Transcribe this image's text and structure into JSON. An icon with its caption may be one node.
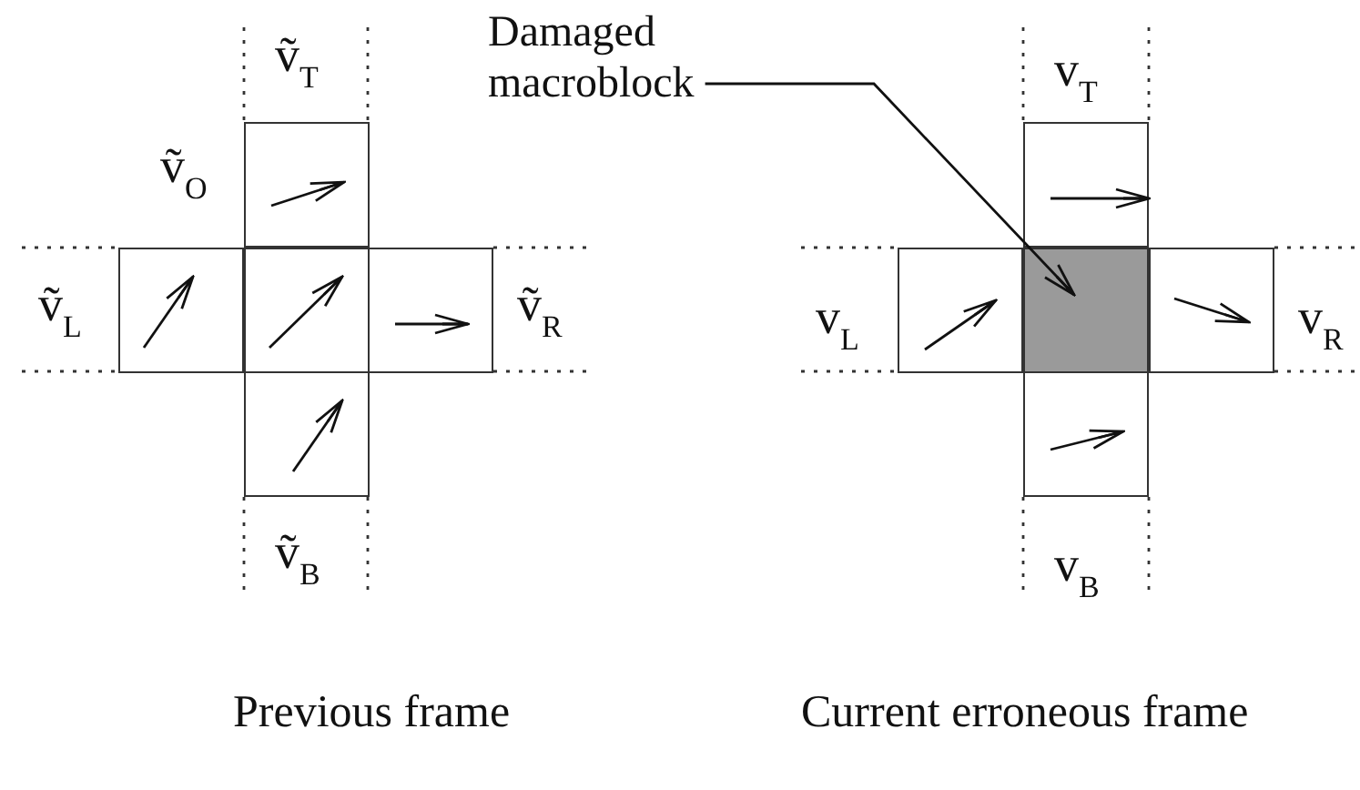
{
  "diagram": {
    "nodes": [
      {
        "text": [
          "Damaged macroblock"
        ]
      },
      {
        "text": [],
        "shape": "box",
        "beside": [
          "ṽ$_{T}$"
        ]
      },
      {
        "text": [],
        "shape": "box",
        "beside": [
          "ṽ$_{L}$"
        ]
      },
      {
        "text": [],
        "shape": "box"
      },
      {
        "text": [],
        "shape": "box",
        "beside": [
          "ṽ$_{R}$"
        ]
      },
      {
        "text": [],
        "shape": "box",
        "beside": [
          "ṽ$_{B}$"
        ]
      },
      {
        "text": [],
        "shape": "box",
        "beside": [
          "v$_{T}$"
        ]
      },
      {
        "text": [],
        "shape": "box",
        "beside": [
          "v$_{L}$"
        ]
      },
      {
        "text": [],
        "shape": "box"
      },
      {
        "text": [],
        "shape": "box",
        "beside": [
          "v$_{R}$"
        ]
      },
      {
        "text": [],
        "shape": "box",
        "beside": [
          "v$_{B}$"
        ]
      }
    ],
    "edges": [
      {
        "from": 0,
        "to": 8,
        "arrow": "to"
      }
    ],
    "labels": [
      "ṽ$_{O}$",
      "Previous frame",
      "Current erroneous frame"
    ]
  }
}
